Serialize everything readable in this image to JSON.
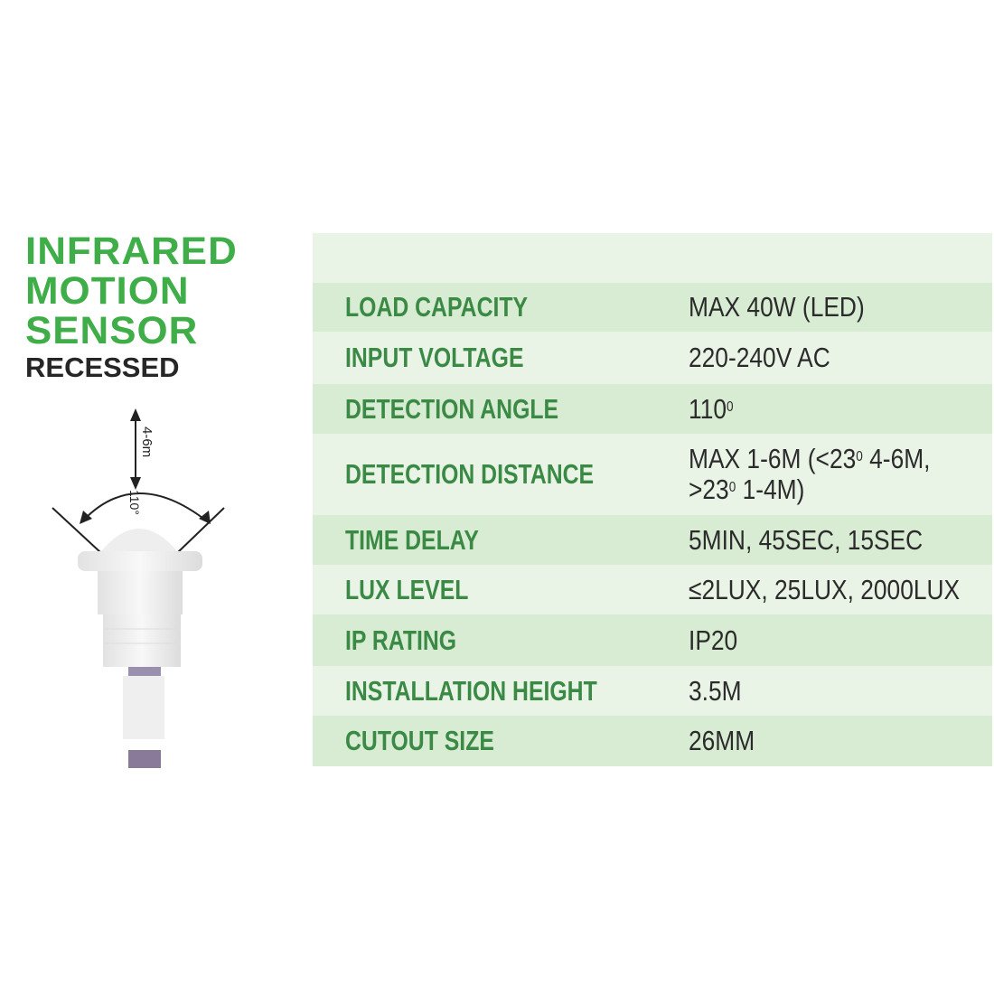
{
  "title": {
    "line1": "INFRARED",
    "line2": "MOTION",
    "line3": "SENSOR",
    "subtitle": "RECESSED"
  },
  "diagram": {
    "distance_label": "4-6m",
    "angle_label": "110°"
  },
  "colors": {
    "title_green": "#3fae49",
    "label_green": "#3a8a45",
    "row_dark": "#d8ebd3",
    "row_light": "#e9f4e6"
  },
  "specs": [
    {
      "label": "LOAD CAPACITY",
      "value": "MAX 40W (LED)"
    },
    {
      "label": "INPUT VOLTAGE",
      "value": "220-240V AC"
    },
    {
      "label": "DETECTION ANGLE",
      "value": "110",
      "sup": "0"
    },
    {
      "label": "DETECTION DISTANCE",
      "value_a": "MAX 1-6M (<23",
      "sup_a": "0",
      "value_b": " 4-6M,",
      "value_c": ">23",
      "sup_c": "0",
      "value_d": " 1-4M)"
    },
    {
      "label": "TIME DELAY",
      "value": "5MIN, 45SEC, 15SEC"
    },
    {
      "label": "LUX LEVEL",
      "value": "≤2LUX, 25LUX, 2000LUX"
    },
    {
      "label": "IP RATING",
      "value": "IP20"
    },
    {
      "label": "INSTALLATION HEIGHT",
      "value": "3.5M"
    },
    {
      "label": "CUTOUT SIZE",
      "value": "26MM"
    }
  ]
}
